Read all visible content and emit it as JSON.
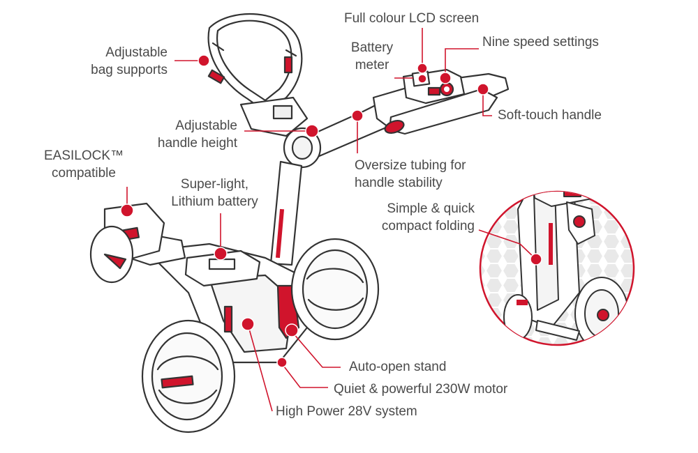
{
  "callouts": {
    "bag_supports": {
      "line1": "Adjustable",
      "line2": "bag supports"
    },
    "lcd_screen": "Full colour LCD screen",
    "battery_meter": {
      "line1": "Battery",
      "line2": "meter"
    },
    "speed_settings": "Nine speed settings",
    "handle_height": {
      "line1": "Adjustable",
      "line2": "handle height"
    },
    "soft_handle": "Soft-touch handle",
    "easilock": {
      "line1": "EASILOCK™",
      "line2": "compatible"
    },
    "oversize_tubing": {
      "line1": "Oversize tubing for",
      "line2": "handle stability"
    },
    "lithium_battery": {
      "line1": "Super-light,",
      "line2": "Lithium battery"
    },
    "compact_folding": {
      "line1": "Simple & quick",
      "line2": "compact folding"
    },
    "auto_stand": "Auto-open stand",
    "motor": "Quiet & powerful 230W motor",
    "power_system": "High Power 28V system"
  },
  "colors": {
    "accent": "#d0142c",
    "outline": "#333333",
    "text": "#4a4a4a",
    "inset_fill": "#e6e6e6"
  }
}
